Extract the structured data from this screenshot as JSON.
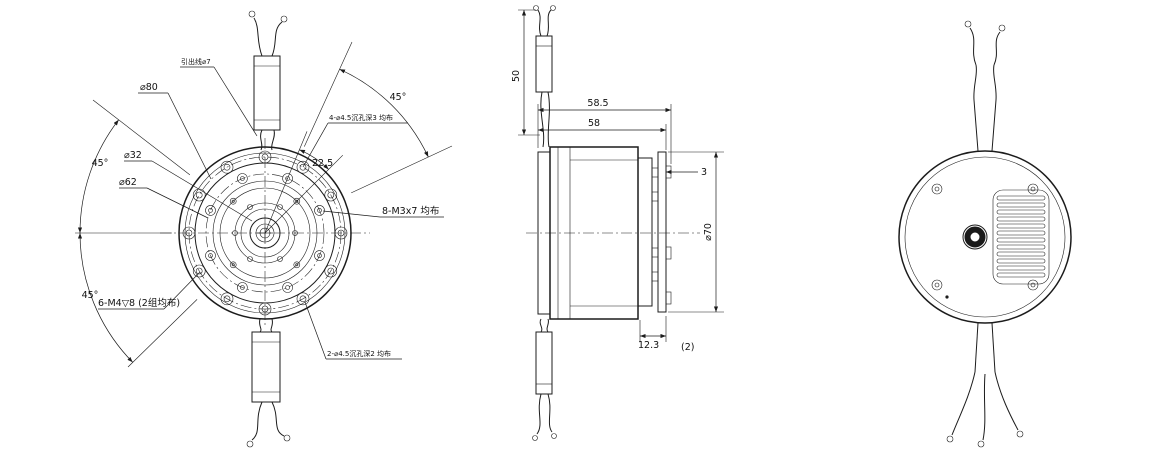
{
  "page": {
    "background": "#ffffff",
    "line_color": "#1c1c1c"
  },
  "front_view": {
    "labels": {
      "dia80": "⌀80",
      "lead_wire_note": "引出线⌀7",
      "angle_top_right": "45°",
      "counterbore_note_top": "4-⌀4.5沉孔深3 均布",
      "angle_offset": "22.5",
      "dia32": "⌀32",
      "dia62": "⌀62",
      "thread_note_right": "8-M3x7 均布",
      "angle_left": "45°",
      "angle_bottom_left": "45°",
      "thread_note_bottom_left": "6-M4▽8 (2组均布)",
      "counterbore_note_bottom": "2-⌀4.5沉孔深2 均布"
    }
  },
  "side_view": {
    "dims": {
      "cable_length": "50",
      "overall_length": "58.5",
      "body_length": "58",
      "tab_thickness": "3",
      "dia70": "⌀70",
      "cover_depth": "12.3",
      "qty_note": "(2)"
    }
  }
}
